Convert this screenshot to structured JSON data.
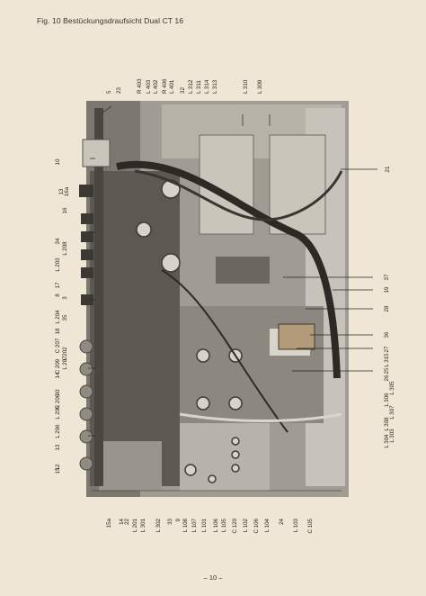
{
  "caption": "Fig. 10 Bestückungsdraufsicht Dual CT 16",
  "page_number": "– 10 –",
  "left_labels": [
    "10",
    "16a",
    "13",
    "16",
    "34",
    "L 203",
    "L 208",
    "17",
    "8",
    "3",
    "L 204",
    "35",
    "18",
    "C 207",
    "C 209",
    "L 202",
    "L 207",
    "14",
    "30",
    "C 206",
    "L 205",
    "L 206",
    "13",
    "12",
    "15"
  ],
  "bottom_labels": [
    "15a",
    "14",
    "22",
    "L 201",
    "L 301",
    "L 302",
    "33",
    "9",
    "L 108",
    "L 107",
    "L 101",
    "L 106",
    "L 105",
    "C 120",
    "L 102",
    "C 106",
    "L 104",
    "24",
    "L 103",
    "C 105"
  ],
  "top_labels": [
    "5",
    "23",
    "R 403",
    "L 403",
    "L 402",
    "R 406",
    "L 401",
    "32",
    "L 312",
    "L 311",
    "L 314",
    "L 313",
    "L 310",
    "L 309"
  ],
  "right_labels": [
    "21",
    "37",
    "19",
    "28",
    "36",
    "27",
    "25",
    "L 315",
    "26",
    "L 305",
    "L 306",
    "L 307",
    "L 308",
    "L 303",
    "L 304"
  ]
}
